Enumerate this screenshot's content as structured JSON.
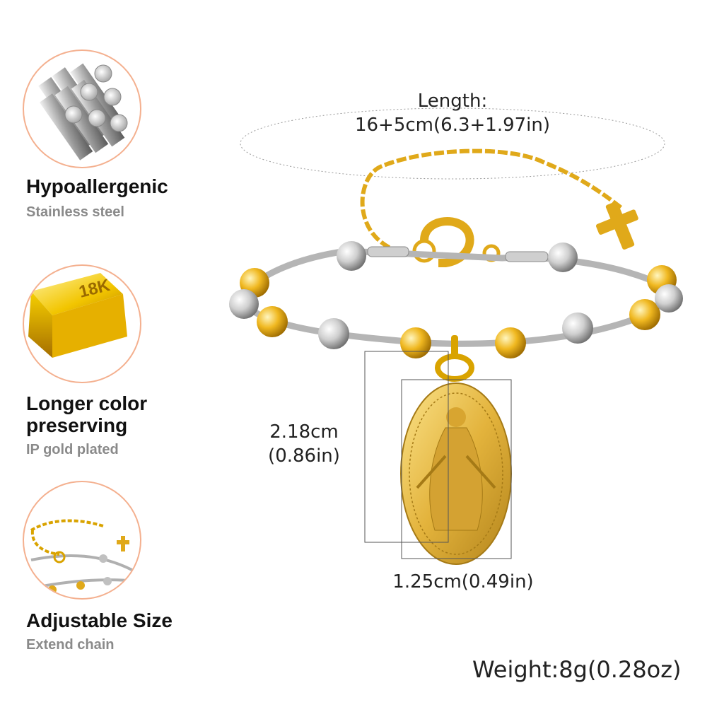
{
  "features": [
    {
      "title": "Hypoallergenic",
      "subtitle": "Stainless steel",
      "icon": "steel-rods-icon"
    },
    {
      "title": "Longer color preserving",
      "subtitle": "IP gold plated",
      "icon": "gold-bar-icon",
      "bar_label": "18K"
    },
    {
      "title": "Adjustable Size",
      "subtitle": "Extend chain",
      "icon": "extend-chain-icon"
    }
  ],
  "dimensions": {
    "length_label": "Length:",
    "length_value": "16+5cm(6.3+1.97in)",
    "height_cm": "2.18cm",
    "height_in": "(0.86in)",
    "width_value": "1.25cm(0.49in)",
    "weight": "Weight:8g(0.28oz)"
  },
  "colors": {
    "accent_circle": "#f4b08f",
    "gold": "#e0a91a",
    "silver": "#c8c8c8"
  }
}
